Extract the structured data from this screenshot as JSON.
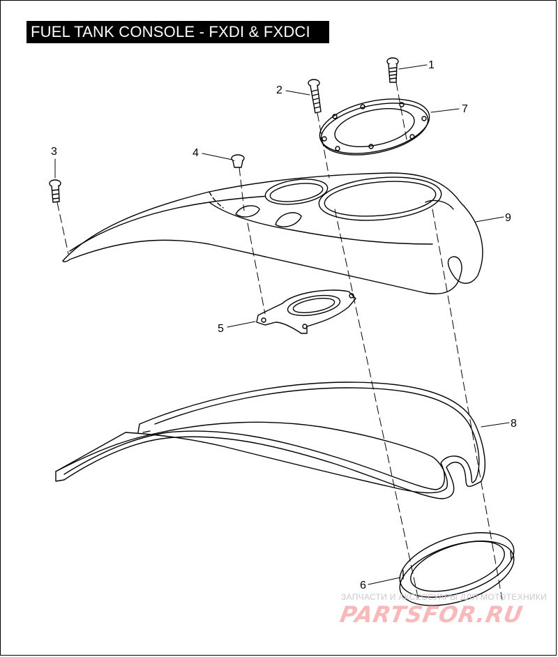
{
  "title": "FUEL TANK CONSOLE - FXDI & FXDCI",
  "callouts": {
    "c1": "1",
    "c2": "2",
    "c3": "3",
    "c4": "4",
    "c5": "5",
    "c6": "6",
    "c7": "7",
    "c8": "8",
    "c9": "9"
  },
  "watermark": {
    "caption": "ЗАПЧАСТИ И АКСЕССУАРЫ ДЛЯ МОТОТЕХНИКИ",
    "logo": "PARTSFOR.RU"
  }
}
